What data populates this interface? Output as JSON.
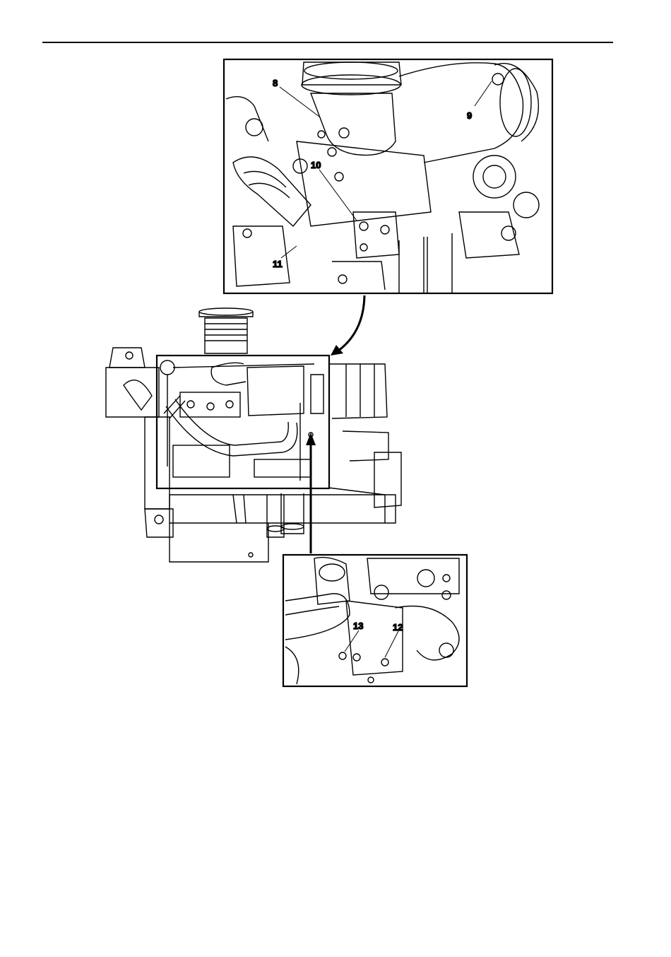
{
  "figure": {
    "callouts": {
      "c8": "8",
      "c9": "9",
      "c10": "10",
      "c11": "11",
      "c12": "12",
      "c13": "13"
    }
  }
}
